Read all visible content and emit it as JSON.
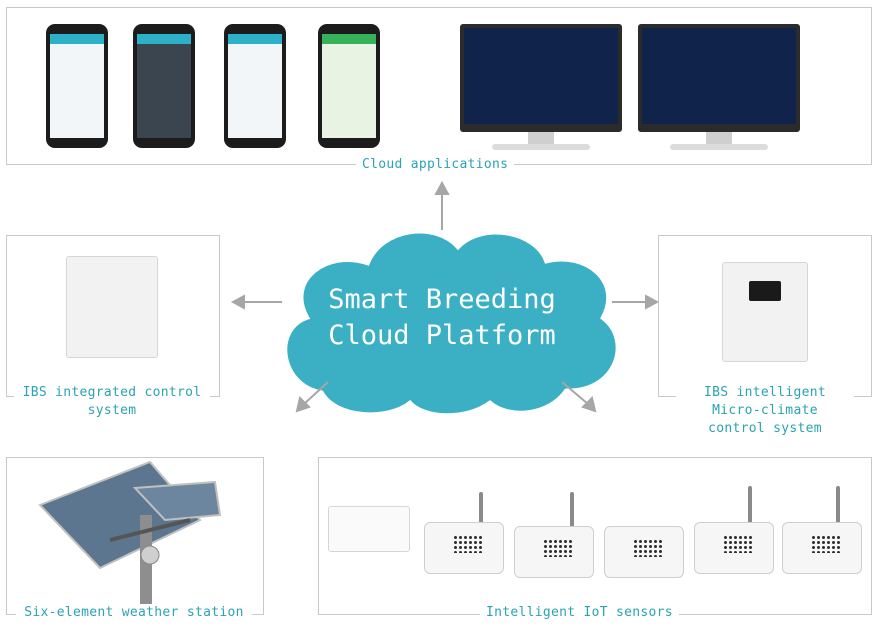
{
  "center": {
    "line1": "Smart Breeding",
    "line2": "Cloud Platform"
  },
  "captions": {
    "cloud_apps": "Cloud applications",
    "ibs_integrated_1": "IBS integrated control",
    "ibs_integrated_2": "system",
    "ibs_micro_1": "IBS intelligent",
    "ibs_micro_2": "Micro-climate",
    "ibs_micro_3": "control system",
    "weather": "Six-element weather station",
    "sensors": "Intelligent IoT sensors"
  },
  "colors": {
    "accent": "#2aa3b3",
    "cloud": "#3bb0c4",
    "arrow": "#a6a6a6"
  }
}
